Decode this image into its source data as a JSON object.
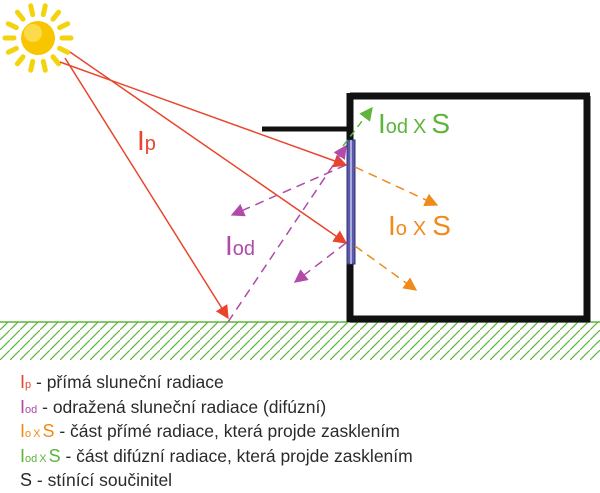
{
  "colors": {
    "ip": "#e8452c",
    "iod": "#b14aa8",
    "io": "#f08a1a",
    "iodS": "#5db53c",
    "glass": "#5a5aa8",
    "ground": "#5db53c",
    "wall": "#111111",
    "sun_core": "#f7c600",
    "sun_ray": "#f4d20c"
  },
  "diagram": {
    "label_ip": {
      "main": "I",
      "sub": "p"
    },
    "label_iod": {
      "main": "I",
      "sub": "od"
    },
    "label_io_s": {
      "main": "I",
      "sub": "o",
      "x": "X",
      "s": "S"
    },
    "label_iod_s": {
      "main": "I",
      "sub": "od",
      "x": "X",
      "s": "S"
    }
  },
  "legend": [
    {
      "color": "ip",
      "main": "I",
      "sub": "p",
      "x": "",
      "s": "",
      "text": " - přímá sluneční radiace"
    },
    {
      "color": "iod",
      "main": "I",
      "sub": "od",
      "x": "",
      "s": "",
      "text": " - odražená sluneční radiace (difúzní)"
    },
    {
      "color": "io",
      "main": "I",
      "sub": "o",
      "x": "X",
      "s": "S",
      "text": " - část přímé radiace, která projde zasklením"
    },
    {
      "color": "iodS",
      "main": "I",
      "sub": "od",
      "x": "X",
      "s": "S",
      "text": " - část difúzní radiace, která projde zasklením"
    },
    {
      "color": "",
      "main": "",
      "sub": "",
      "x": "",
      "s": "S",
      "text": " - stínící součinitel"
    }
  ]
}
